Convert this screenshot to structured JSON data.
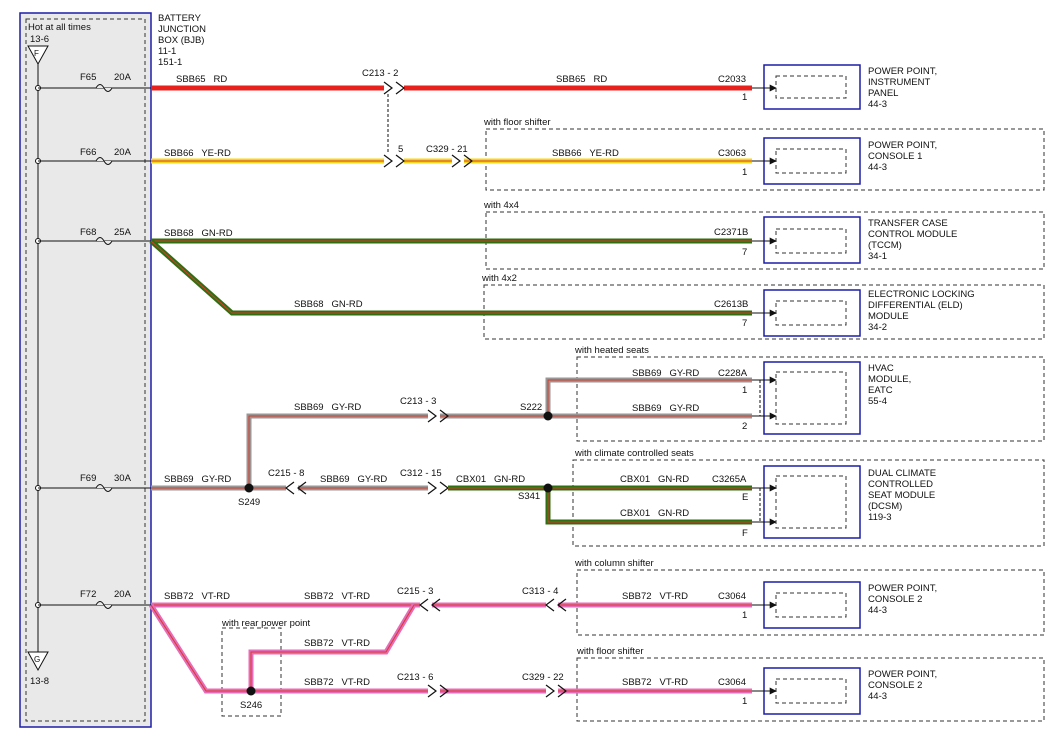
{
  "bjb": {
    "hot_label": "Hot at all times",
    "top_ref": "13-6",
    "top_conn": "F",
    "bottom_conn": "G",
    "bottom_ref": "13-8",
    "title": [
      "BATTERY",
      "JUNCTION",
      "BOX (BJB)",
      "11-1",
      "151-1"
    ]
  },
  "fuses": [
    {
      "name": "F65",
      "rating": "20A"
    },
    {
      "name": "F66",
      "rating": "20A"
    },
    {
      "name": "F68",
      "rating": "25A"
    },
    {
      "name": "F69",
      "rating": "30A"
    },
    {
      "name": "F72",
      "rating": "20A"
    }
  ],
  "wire_labels": {
    "sbb65_left": "SBB65   RD",
    "sbb65_right": "SBB65   RD",
    "sbb66_left": "SBB66   YE-RD",
    "sbb66_right": "SBB66   YE-RD",
    "sbb68_top": "SBB68   GN-RD",
    "sbb68_low": "SBB68   GN-RD",
    "sbb69_left": "SBB69   GY-RD",
    "sbb69_mid": "SBB69   GY-RD",
    "sbb69_up": "SBB69   GY-RD",
    "sbb69_hvac1": "SBB69   GY-RD",
    "sbb69_hvac2": "SBB69   GY-RD",
    "cbx01_mid": "CBX01   GN-RD",
    "cbx01_e": "CBX01   GN-RD",
    "cbx01_f": "CBX01   GN-RD",
    "sbb72_left": "SBB72   VT-RD",
    "sbb72_mid": "SBB72   VT-RD",
    "sbb72_right": "SBB72   VT-RD",
    "sbb72_rear": "SBB72   VT-RD",
    "sbb72_bottom": "SBB72   VT-RD",
    "sbb72_bottom_right": "SBB72   VT-RD"
  },
  "connectors": {
    "c213_2": "C213 - 2",
    "c213_5": "5",
    "c329_21": "C329 - 21",
    "c213_3": "C213 - 3",
    "c215_8": "C215 - 8",
    "c312_15": "C312 - 15",
    "c215_3": "C215 - 3",
    "c313_4": "C313 - 4",
    "c213_6": "C213 - 6",
    "c329_22": "C329 - 22"
  },
  "splices": {
    "s222": "S222",
    "s249": "S249",
    "s341": "S341",
    "s246": "S246"
  },
  "options": {
    "floor_shifter_1": "with floor shifter",
    "with_4x4": "with 4x4",
    "with_4x2": "with 4x2",
    "heated_seats": "with heated seats",
    "climate_seats": "with climate controlled seats",
    "column_shifter": "with column shifter",
    "rear_power_point": "with rear power point",
    "floor_shifter_2": "with floor shifter"
  },
  "modules": [
    {
      "connector": "C2033",
      "pins": [
        "1"
      ],
      "name": [
        "POWER POINT,",
        "INSTRUMENT",
        "PANEL",
        "44-3"
      ]
    },
    {
      "connector": "C3063",
      "pins": [
        "1"
      ],
      "name": [
        "POWER POINT,",
        "CONSOLE 1",
        "44-3"
      ]
    },
    {
      "connector": "C2371B",
      "pins": [
        "7"
      ],
      "name": [
        "TRANSFER CASE",
        "CONTROL MODULE",
        "(TCCM)",
        "34-1"
      ]
    },
    {
      "connector": "C2613B",
      "pins": [
        "7"
      ],
      "name": [
        "ELECTRONIC LOCKING",
        "DIFFERENTIAL (ELD)",
        "MODULE",
        "34-2"
      ]
    },
    {
      "connector": "C228A",
      "pins": [
        "1",
        "2"
      ],
      "name": [
        "HVAC",
        "MODULE,",
        "EATC",
        "55-4"
      ]
    },
    {
      "connector": "C3265A",
      "pins": [
        "E",
        "F"
      ],
      "name": [
        "DUAL CLIMATE",
        "CONTROLLED",
        "SEAT MODULE",
        "(DCSM)",
        "119-3"
      ]
    },
    {
      "connector": "C3064",
      "pins": [
        "1"
      ],
      "name": [
        "POWER POINT,",
        "CONSOLE 2",
        "44-3"
      ]
    },
    {
      "connector": "C3064",
      "pins": [
        "1"
      ],
      "name": [
        "POWER POINT,",
        "CONSOLE 2",
        "44-3"
      ]
    }
  ],
  "colors": {
    "rd": "#e8211d",
    "ye": "#f2d81d",
    "gn": "#2f6f12",
    "gy": "#9a9696",
    "vt": "#e46cb8",
    "stripe": "#d83a2a",
    "bjb_fill": "#e9e9e9",
    "module_border": "#1d1da8"
  }
}
